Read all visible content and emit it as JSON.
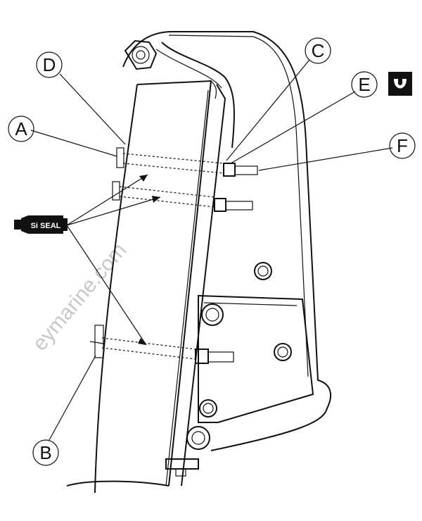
{
  "diagram": {
    "callouts": [
      {
        "id": "A",
        "letter": "A"
      },
      {
        "id": "B",
        "letter": "B"
      },
      {
        "id": "C",
        "letter": "C"
      },
      {
        "id": "D",
        "letter": "D"
      },
      {
        "id": "E",
        "letter": "E"
      },
      {
        "id": "F",
        "letter": "F"
      }
    ],
    "sealant_label": "Si SEAL",
    "watermark": "eymarine.com",
    "icons": [
      "torque-wrench-icon",
      "sealant-tube-icon"
    ]
  }
}
